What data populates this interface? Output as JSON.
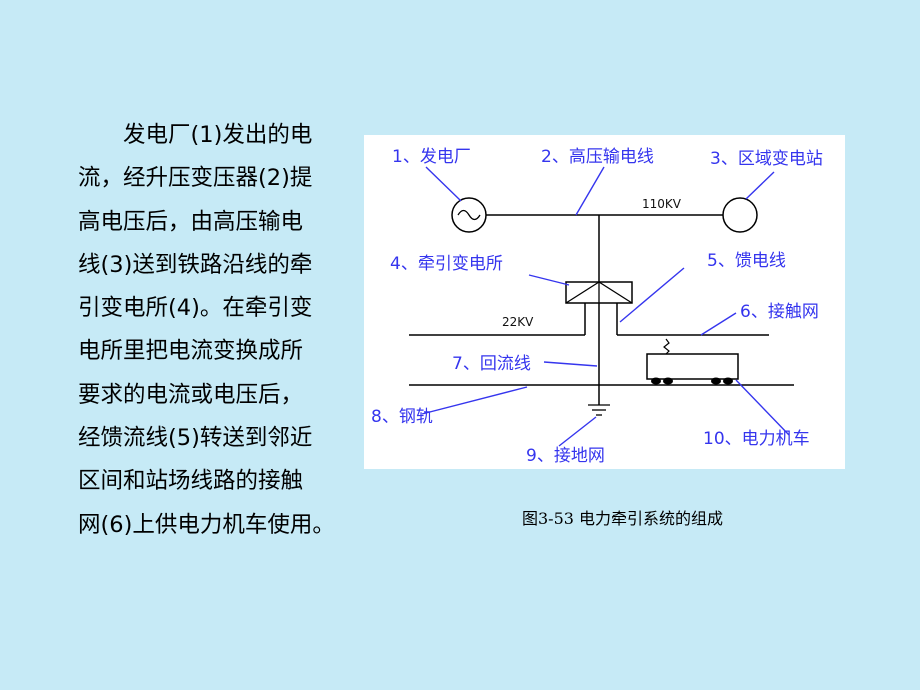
{
  "text_lines": [
    "发电厂(1)发出的电",
    "流，经升压变压器(2)提",
    "高电压后，由高压输电",
    "线(3)送到铁路沿线的牵",
    "引变电所(4)。在牵引变",
    "电所里把电流变换成所",
    "要求的电流或电压后，",
    "经馈流线(5)转送到邻近",
    "区间和站场线路的接触",
    "网(6)上供电力机车使用。"
  ],
  "diagram": {
    "labels": {
      "power_plant": "1、发电厂",
      "hv_line": "2、高压输电线",
      "regional_substation": "3、区域变电站",
      "traction_substation": "4、牵引变电所",
      "feeder": "5、馈电线",
      "catenary": "6、接触网",
      "return_line": "7、回流线",
      "rail": "8、钢轨",
      "ground_grid": "9、接地网",
      "locomotive": "10、电力机车"
    },
    "voltages": {
      "high": "110KV",
      "traction": "22KV"
    },
    "colors": {
      "label": "#3535ee",
      "line": "#000000",
      "background": "#c6eaf6"
    }
  },
  "caption": "图3-53 电力牵引系统的组成"
}
